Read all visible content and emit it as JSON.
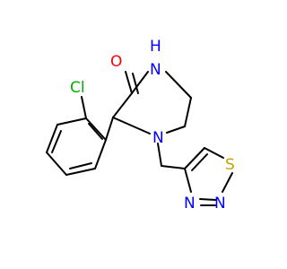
{
  "molecule": {
    "atoms": {
      "oxygen": {
        "symbol": "O",
        "color": "#ff0000"
      },
      "amide_nitrogen": {
        "symbol": "H",
        "symbol2": "N",
        "color": "#0000ff"
      },
      "amine_nitrogen": {
        "symbol": "N",
        "color": "#0000ff"
      },
      "chlorine": {
        "symbol": "Cl",
        "color": "#00b000"
      },
      "sulfur": {
        "symbol": "S",
        "color": "#c8a000"
      },
      "thiadiazole_nitrogen_1": {
        "symbol": "N",
        "color": "#0000ff"
      },
      "thiadiazole_nitrogen_2": {
        "symbol": "N",
        "color": "#0000ff"
      }
    }
  }
}
